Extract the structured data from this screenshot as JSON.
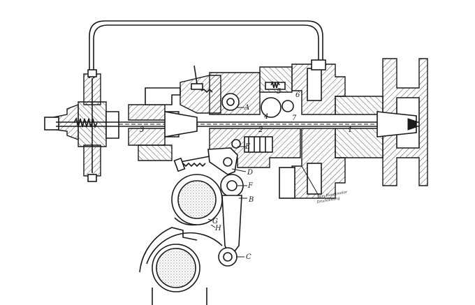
{
  "labels": {
    "A": "A",
    "B": "B",
    "C": "C",
    "D": "D",
    "E": "E",
    "F": "F",
    "G": "G",
    "H": "H",
    "n1": "1",
    "n2": "2",
    "n3": "3",
    "n4": "4",
    "n5": "5",
    "n6": "6",
    "n7": "7"
  },
  "note": {
    "line1": "Zum Hauptmotor",
    "line2": "Druckleitung"
  },
  "colors": {
    "ink": "#1a1a1a",
    "paper": "#ffffff"
  }
}
